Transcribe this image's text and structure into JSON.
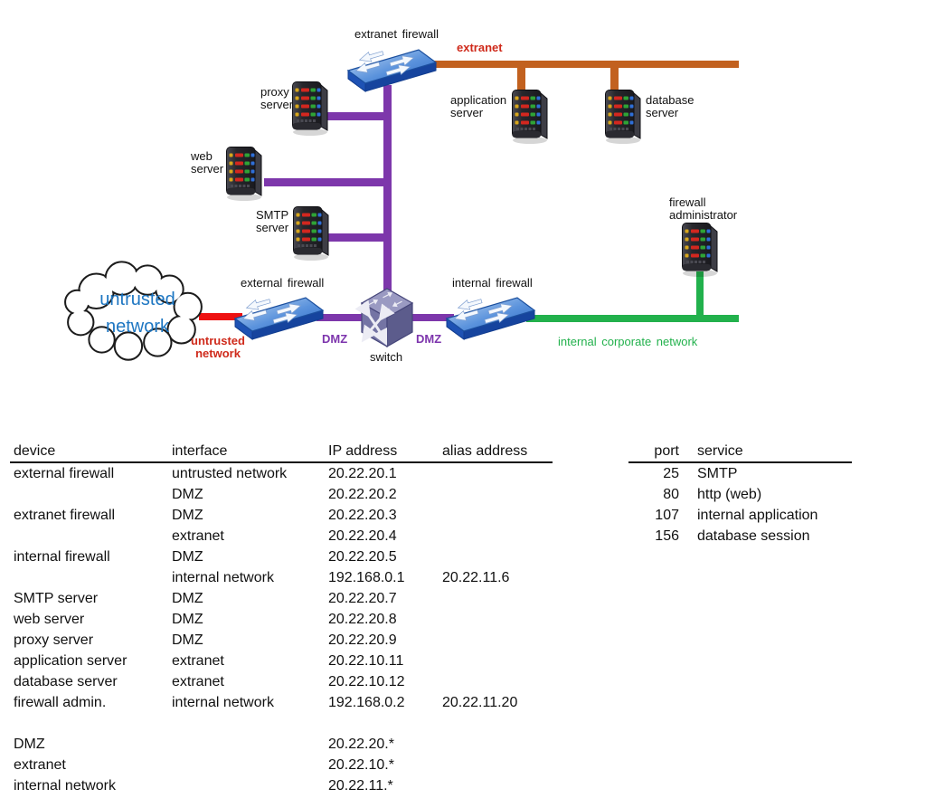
{
  "diagram": {
    "nodes": {
      "extranet_firewall": {
        "label": "extranet firewall"
      },
      "external_firewall": {
        "label": "external firewall"
      },
      "internal_firewall": {
        "label": "internal firewall"
      },
      "switch": {
        "label": "switch"
      },
      "proxy_server": {
        "lines": [
          "proxy",
          "server"
        ]
      },
      "web_server": {
        "lines": [
          "web",
          "server"
        ]
      },
      "smtp_server": {
        "lines": [
          "SMTP",
          "server"
        ]
      },
      "application_server": {
        "lines": [
          "application",
          "server"
        ]
      },
      "database_server": {
        "lines": [
          "database",
          "server"
        ]
      },
      "firewall_administrator": {
        "lines": [
          "firewall",
          "administrator"
        ]
      },
      "untrusted_cloud": {
        "lines": [
          "untrusted",
          "network"
        ]
      }
    },
    "net_labels": {
      "extranet": "extranet",
      "untrusted": {
        "lines": [
          "untrusted",
          "network"
        ]
      },
      "dmz_left": "DMZ",
      "dmz_right": "DMZ",
      "internal": "internal corporate network"
    },
    "colors": {
      "extranet_segment": "#c2611f",
      "dmz_segment": "#7d37ab",
      "untrusted_segment": "#ee1111",
      "internal_segment": "#22b14c",
      "red_label": "#cf2a1b",
      "cloud_text": "#1d76c2",
      "firewall_blue": "#2e6ac6",
      "switch_slate": "#7474a4"
    }
  },
  "address_table": {
    "headers": [
      "device",
      "interface",
      "IP address",
      "alias address"
    ],
    "rows": [
      [
        "external firewall",
        "untrusted network",
        "20.22.20.1",
        ""
      ],
      [
        "",
        "DMZ",
        "20.22.20.2",
        ""
      ],
      [
        "extranet firewall",
        "DMZ",
        "20.22.20.3",
        ""
      ],
      [
        "",
        "extranet",
        "20.22.20.4",
        ""
      ],
      [
        "internal firewall",
        "DMZ",
        "20.22.20.5",
        ""
      ],
      [
        "",
        "internal network",
        "192.168.0.1",
        "20.22.11.6"
      ],
      [
        "SMTP server",
        "DMZ",
        "20.22.20.7",
        ""
      ],
      [
        "web server",
        "DMZ",
        "20.22.20.8",
        ""
      ],
      [
        "proxy server",
        "DMZ",
        "20.22.20.9",
        ""
      ],
      [
        "application server",
        "extranet",
        "20.22.10.11",
        ""
      ],
      [
        "database server",
        "extranet",
        "20.22.10.12",
        ""
      ],
      [
        "firewall admin.",
        "internal network",
        "192.168.0.2",
        "20.22.11.20"
      ],
      [
        "",
        "",
        "",
        ""
      ],
      [
        "DMZ",
        "",
        "20.22.20.*",
        ""
      ],
      [
        "extranet",
        "",
        "20.22.10.*",
        ""
      ],
      [
        "internal network",
        "",
        "20.22.11.*",
        ""
      ]
    ]
  },
  "port_table": {
    "headers": [
      "port",
      "service"
    ],
    "rows": [
      [
        "25",
        "SMTP"
      ],
      [
        "80",
        "http (web)"
      ],
      [
        "107",
        "internal application"
      ],
      [
        "156",
        "database session"
      ]
    ]
  }
}
